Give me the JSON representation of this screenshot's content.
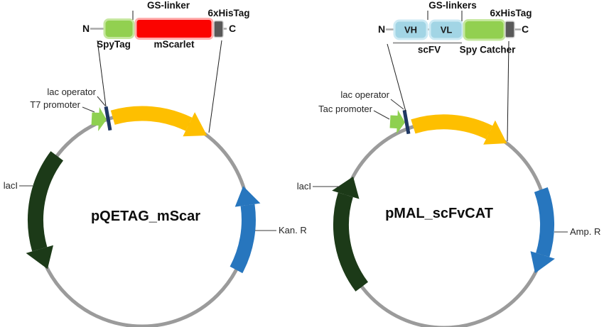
{
  "colors": {
    "backbone": "#9b9b9b",
    "gene_arrow_yellow": "#febf00",
    "promoter_green": "#8ed050",
    "lac_operator_navy": "#1f3864",
    "laci_green": "#1c3a18",
    "resistance_blue": "#2776be",
    "tag_green": "#92d050",
    "mscarlet_red": "#fb0300",
    "histag_gray": "#595959",
    "scfv_blue": "#a2d5e5"
  },
  "left": {
    "construct": {
      "gs_linker": "GS-linker",
      "his_tag": "6xHisTag",
      "n_term": "N",
      "c_term": "C",
      "spytag": "SpyTag",
      "mscarlet": "mScarlet"
    },
    "plasmid": {
      "title": "pQETAG_mScar",
      "operator": "lac operator",
      "promoter": "T7 promoter",
      "repressor": "lacI",
      "resistance": "Kan. R"
    }
  },
  "right": {
    "construct": {
      "gs_linkers": "GS-linkers",
      "his_tag": "6xHisTag",
      "n_term": "N",
      "c_term": "C",
      "vh": "VH",
      "vl": "VL",
      "scfv": "scFV",
      "spycatcher": "Spy Catcher"
    },
    "plasmid": {
      "title": "pMAL_scFvCAT",
      "operator": "lac operator",
      "promoter": "Tac promoter",
      "repressor": "lacI",
      "resistance": "Amp. R"
    }
  }
}
